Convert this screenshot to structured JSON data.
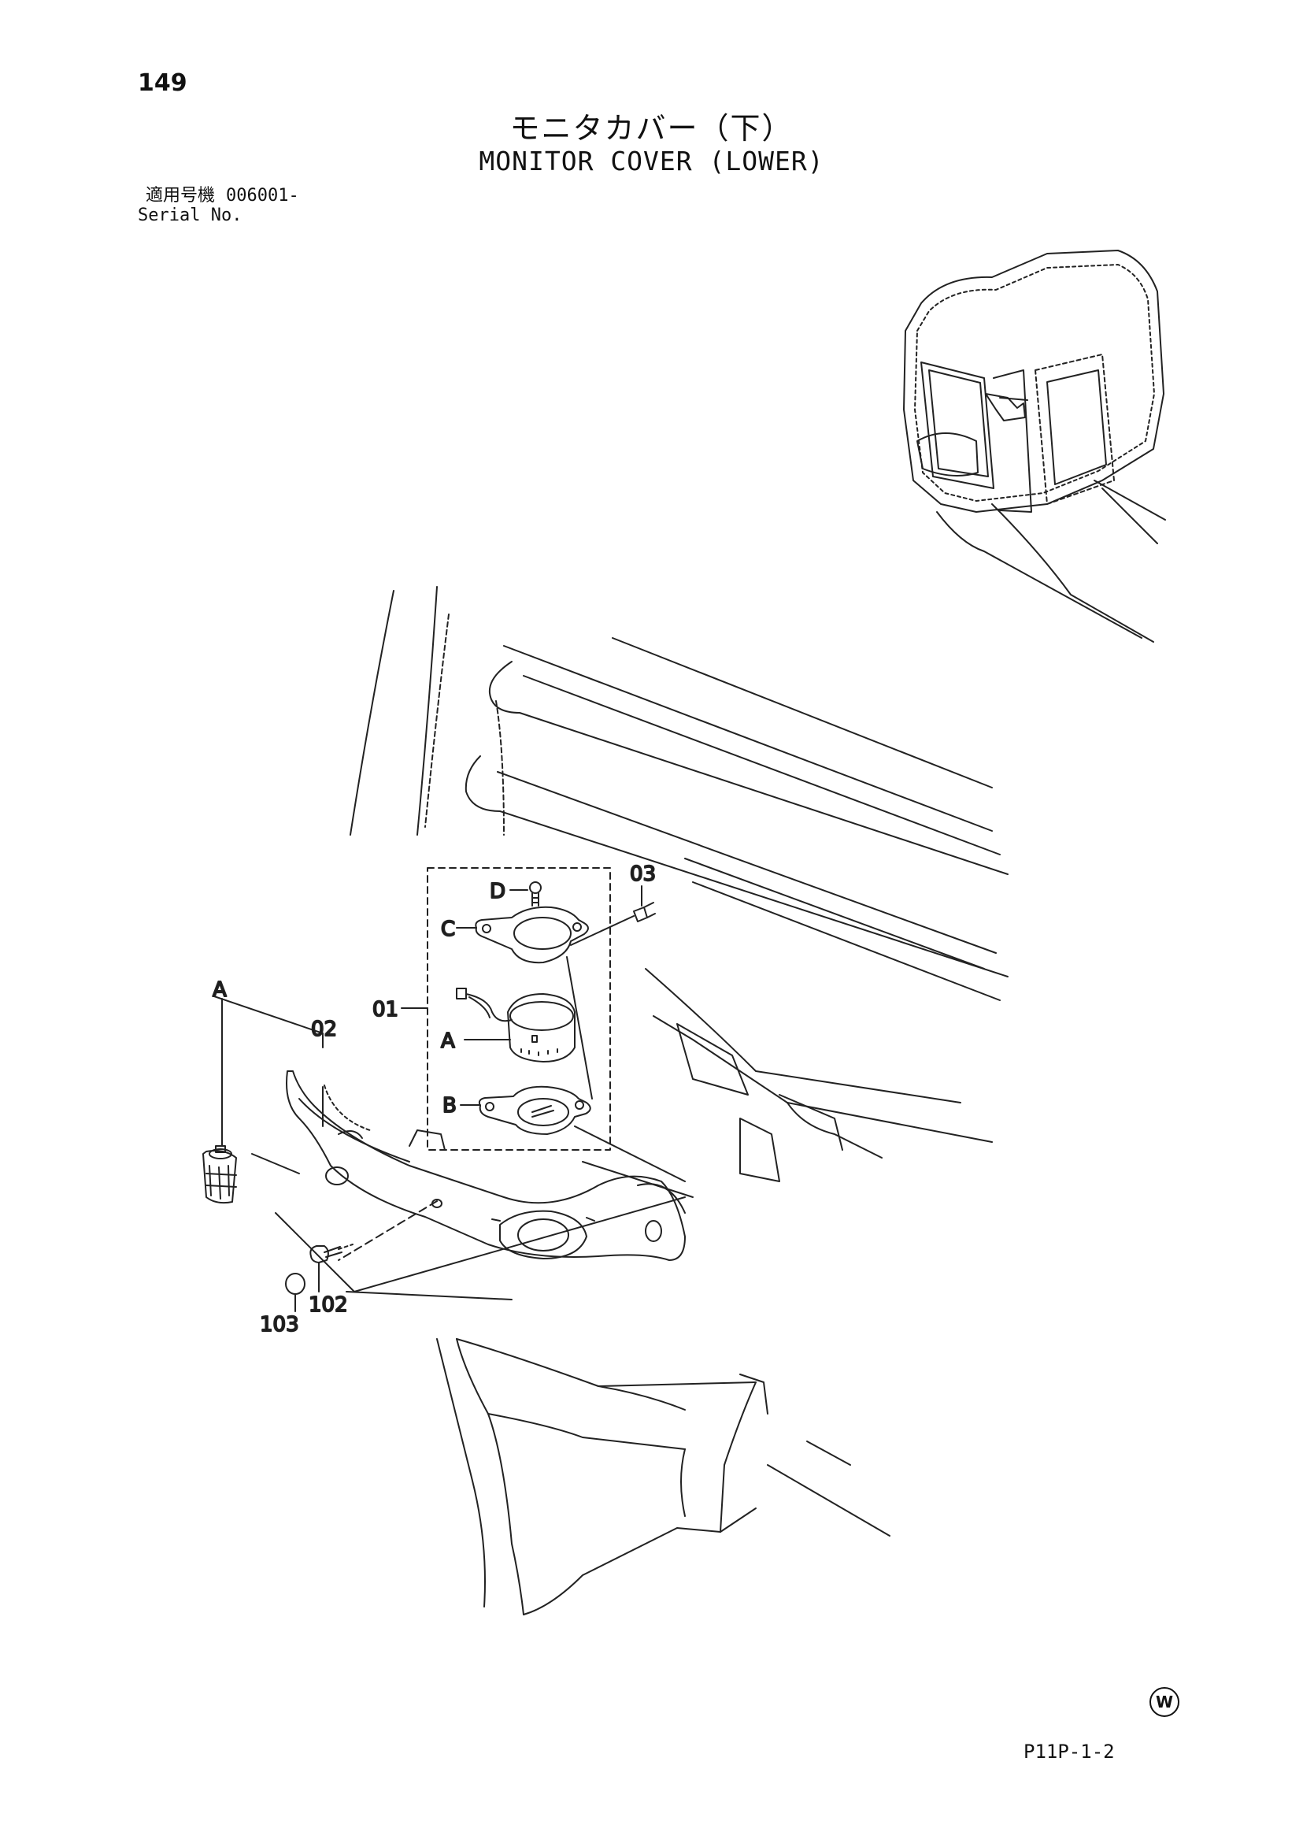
{
  "header": {
    "page_number": "149",
    "title_jp": "モニタカバー（下）",
    "title_en": "MONITOR COVER (LOWER)",
    "serial_label_jp": "適用号機",
    "serial_value": "006001-",
    "serial_label_en": "Serial No."
  },
  "callouts": {
    "c01": "01",
    "c02": "02",
    "c03": "03",
    "c102": "102",
    "c103": "103",
    "sub_a_left": "A",
    "sub_a_box": "A",
    "sub_b": "B",
    "sub_c": "C",
    "sub_d": "D"
  },
  "footer": {
    "mark": "W",
    "code": "P11P-1-2"
  }
}
